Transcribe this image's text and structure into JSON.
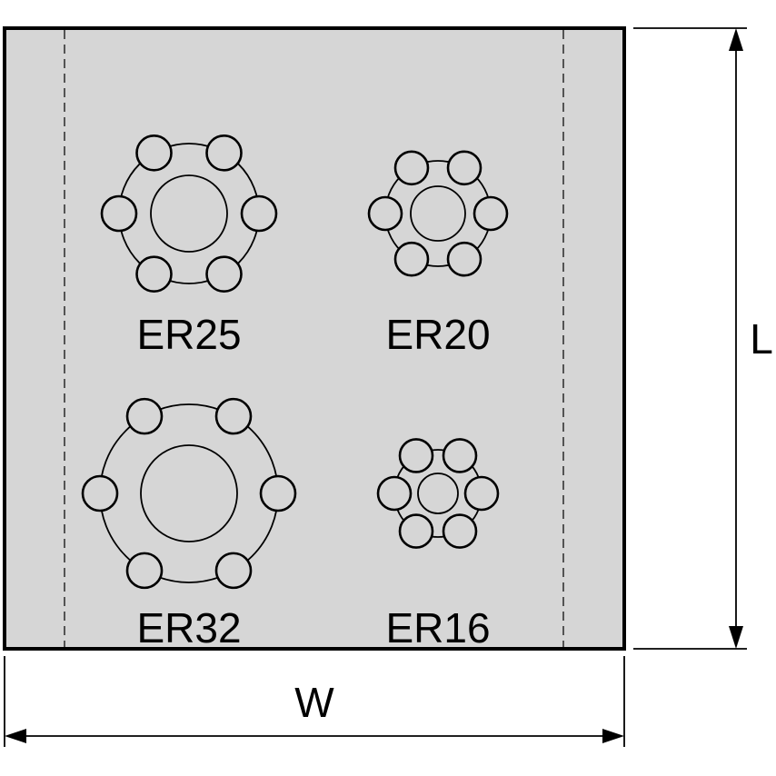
{
  "colors": {
    "plate_fill": "#d6d6d6",
    "line": "#000000",
    "background": "#ffffff"
  },
  "holders": [
    {
      "label": "ER25",
      "balls": 6
    },
    {
      "label": "ER20",
      "balls": 6
    },
    {
      "label": "ER32",
      "balls": 6
    },
    {
      "label": "ER16",
      "balls": 6
    }
  ],
  "dimensions": {
    "width_label": "W",
    "length_label": "L"
  }
}
